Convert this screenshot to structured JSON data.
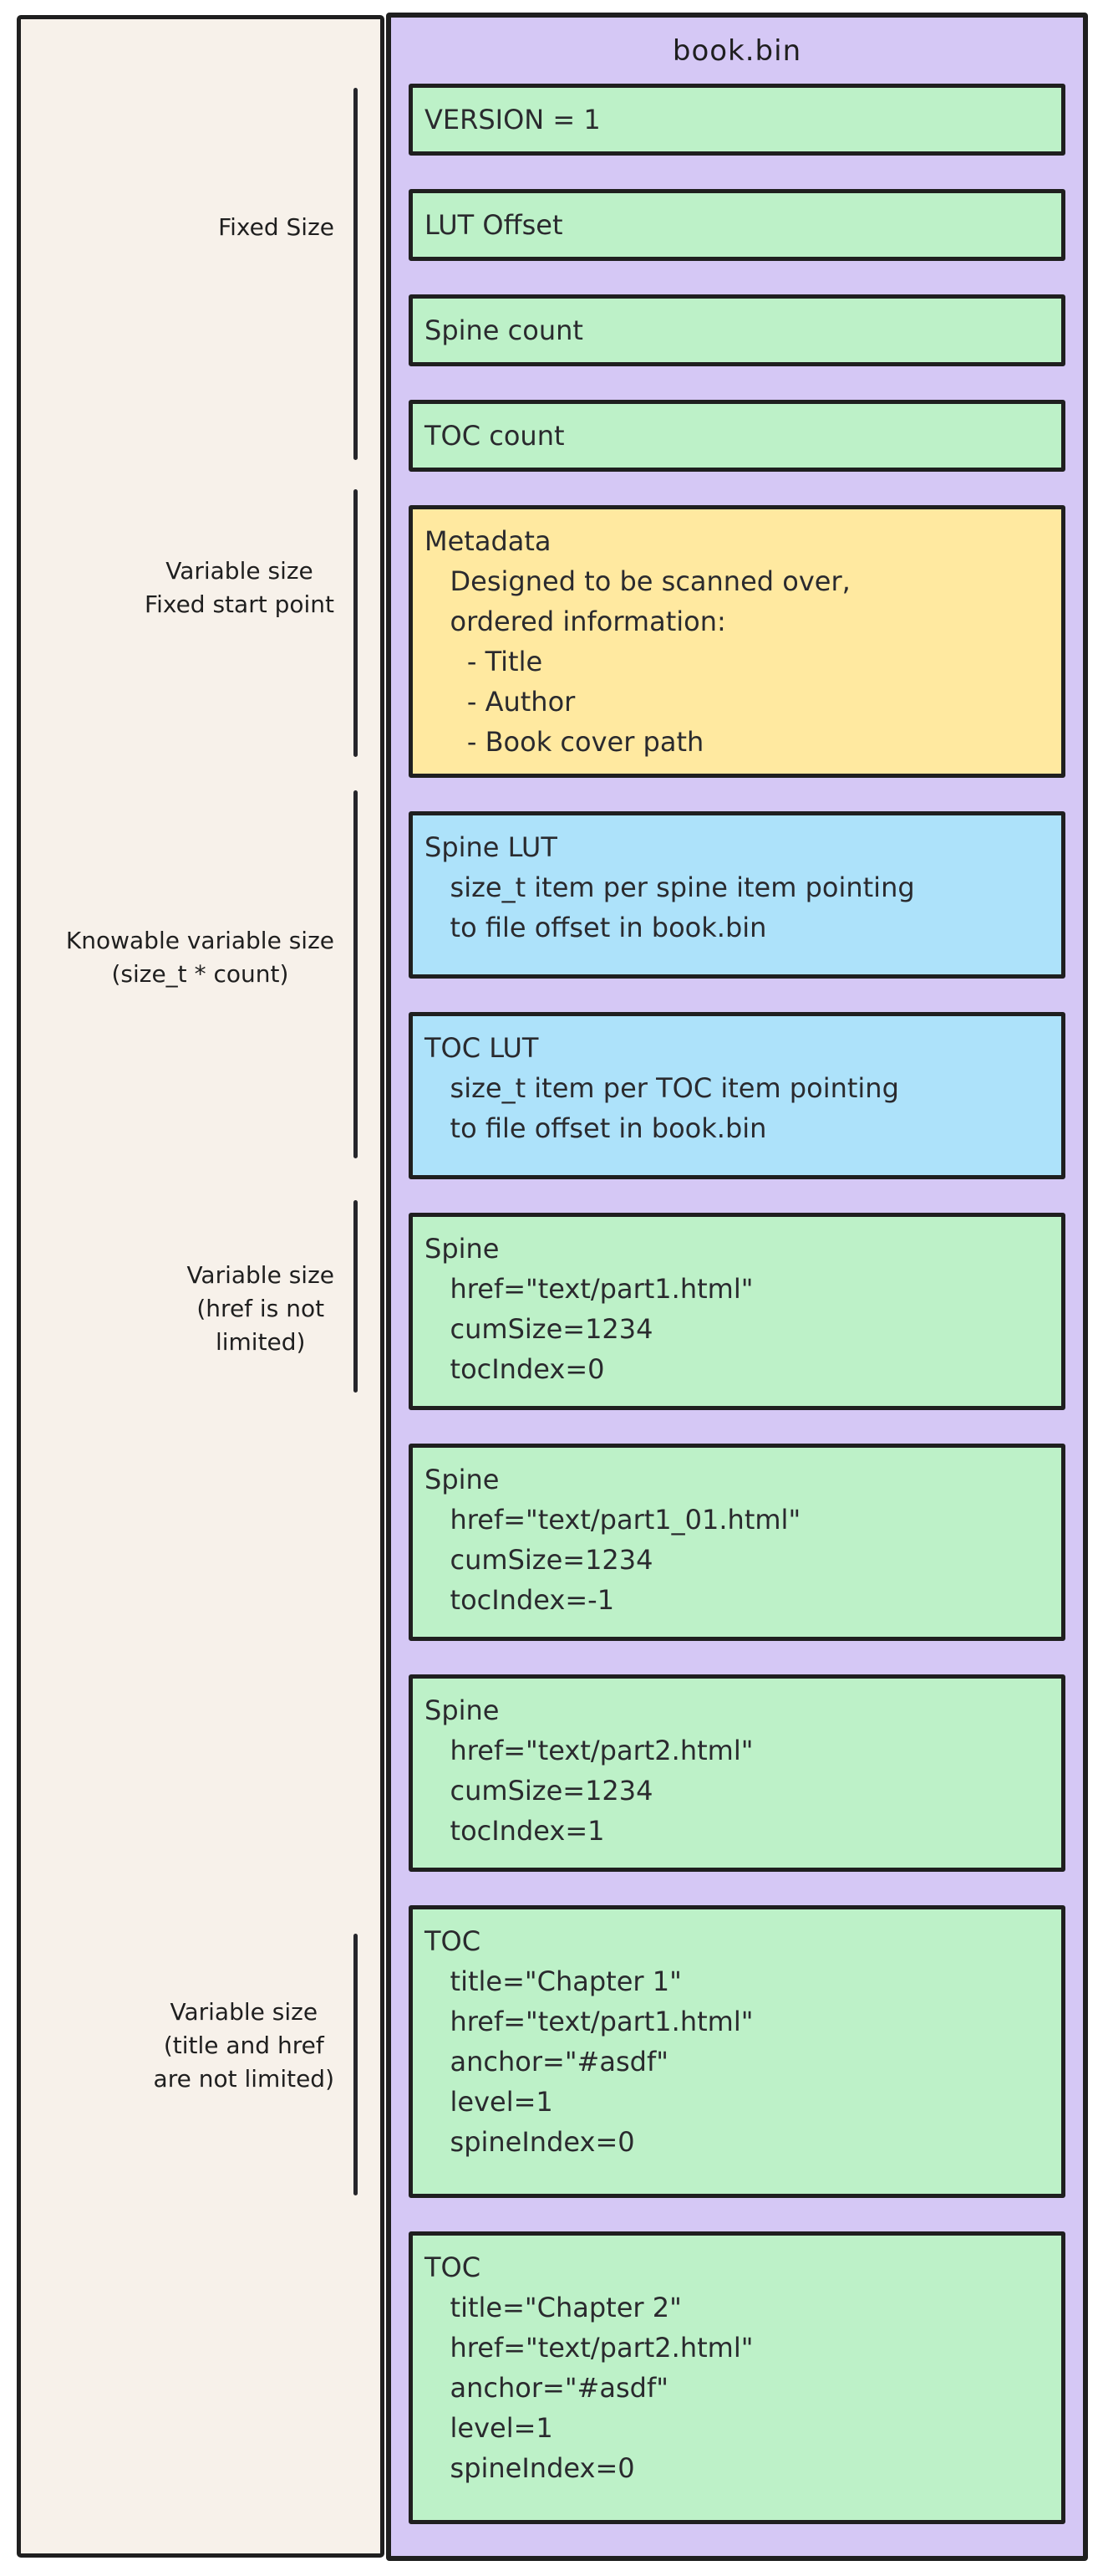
{
  "colors": {
    "container_purple": "#d5c8f5",
    "block_green": "#bdf1c8",
    "block_yellow": "#ffe9a0",
    "block_blue": "#ade2fa",
    "sidebar_cream": "#f7f1ea",
    "stroke": "#1f1f1f"
  },
  "sidebar": {
    "labels": [
      {
        "name": "label-fixed-size",
        "lines": [
          "Fixed Size"
        ]
      },
      {
        "name": "label-variable-fixed-start",
        "lines": [
          "Variable size",
          "Fixed start point"
        ]
      },
      {
        "name": "label-knowable-variable",
        "lines": [
          "Knowable variable size",
          "(size_t * count)"
        ]
      },
      {
        "name": "label-variable-href",
        "lines": [
          "Variable size",
          "(href is not",
          "limited)"
        ]
      },
      {
        "name": "label-variable-title-href",
        "lines": [
          "Variable size",
          "(title and href",
          "are not limited)"
        ]
      }
    ]
  },
  "bin": {
    "title": "book.bin",
    "blocks": [
      {
        "name": "version-field",
        "kind": "field",
        "color": "green",
        "lines": [
          "VERSION = 1"
        ]
      },
      {
        "name": "lut-offset-field",
        "kind": "field",
        "color": "green",
        "lines": [
          "LUT Offset"
        ]
      },
      {
        "name": "spine-count-field",
        "kind": "field",
        "color": "green",
        "lines": [
          "Spine count"
        ]
      },
      {
        "name": "toc-count-field",
        "kind": "field",
        "color": "green",
        "lines": [
          "TOC count"
        ]
      },
      {
        "name": "metadata-block",
        "kind": "metadata",
        "color": "yellow",
        "lines": [
          "Metadata",
          "   Designed to be scanned over,",
          "   ordered information:",
          "     - Title",
          "     - Author",
          "     - Book cover path"
        ]
      },
      {
        "name": "spine-lut-block",
        "kind": "lut",
        "color": "blue",
        "lines": [
          "Spine LUT",
          "   size_t item per spine item pointing",
          "   to file offset in book.bin"
        ]
      },
      {
        "name": "toc-lut-block",
        "kind": "lut",
        "color": "blue",
        "lines": [
          "TOC LUT",
          "   size_t item per TOC item pointing",
          "   to file offset in book.bin"
        ]
      },
      {
        "name": "spine-block-1",
        "kind": "spine",
        "color": "green",
        "lines": [
          "Spine",
          "   href=\"text/part1.html\"",
          "   cumSize=1234",
          "   tocIndex=0"
        ]
      },
      {
        "name": "spine-block-2",
        "kind": "spine",
        "color": "green",
        "lines": [
          "Spine",
          "   href=\"text/part1_01.html\"",
          "   cumSize=1234",
          "   tocIndex=-1"
        ]
      },
      {
        "name": "spine-block-3",
        "kind": "spine",
        "color": "green",
        "lines": [
          "Spine",
          "   href=\"text/part2.html\"",
          "   cumSize=1234",
          "   tocIndex=1"
        ]
      },
      {
        "name": "toc-block-1",
        "kind": "toc",
        "color": "green",
        "lines": [
          "TOC",
          "   title=\"Chapter 1\"",
          "   href=\"text/part1.html\"",
          "   anchor=\"#asdf\"",
          "   level=1",
          "   spineIndex=0"
        ]
      },
      {
        "name": "toc-block-2",
        "kind": "toc",
        "color": "green",
        "lines": [
          "TOC",
          "   title=\"Chapter 2\"",
          "   href=\"text/part2.html\"",
          "   anchor=\"#asdf\"",
          "   level=1",
          "   spineIndex=0"
        ]
      }
    ]
  }
}
